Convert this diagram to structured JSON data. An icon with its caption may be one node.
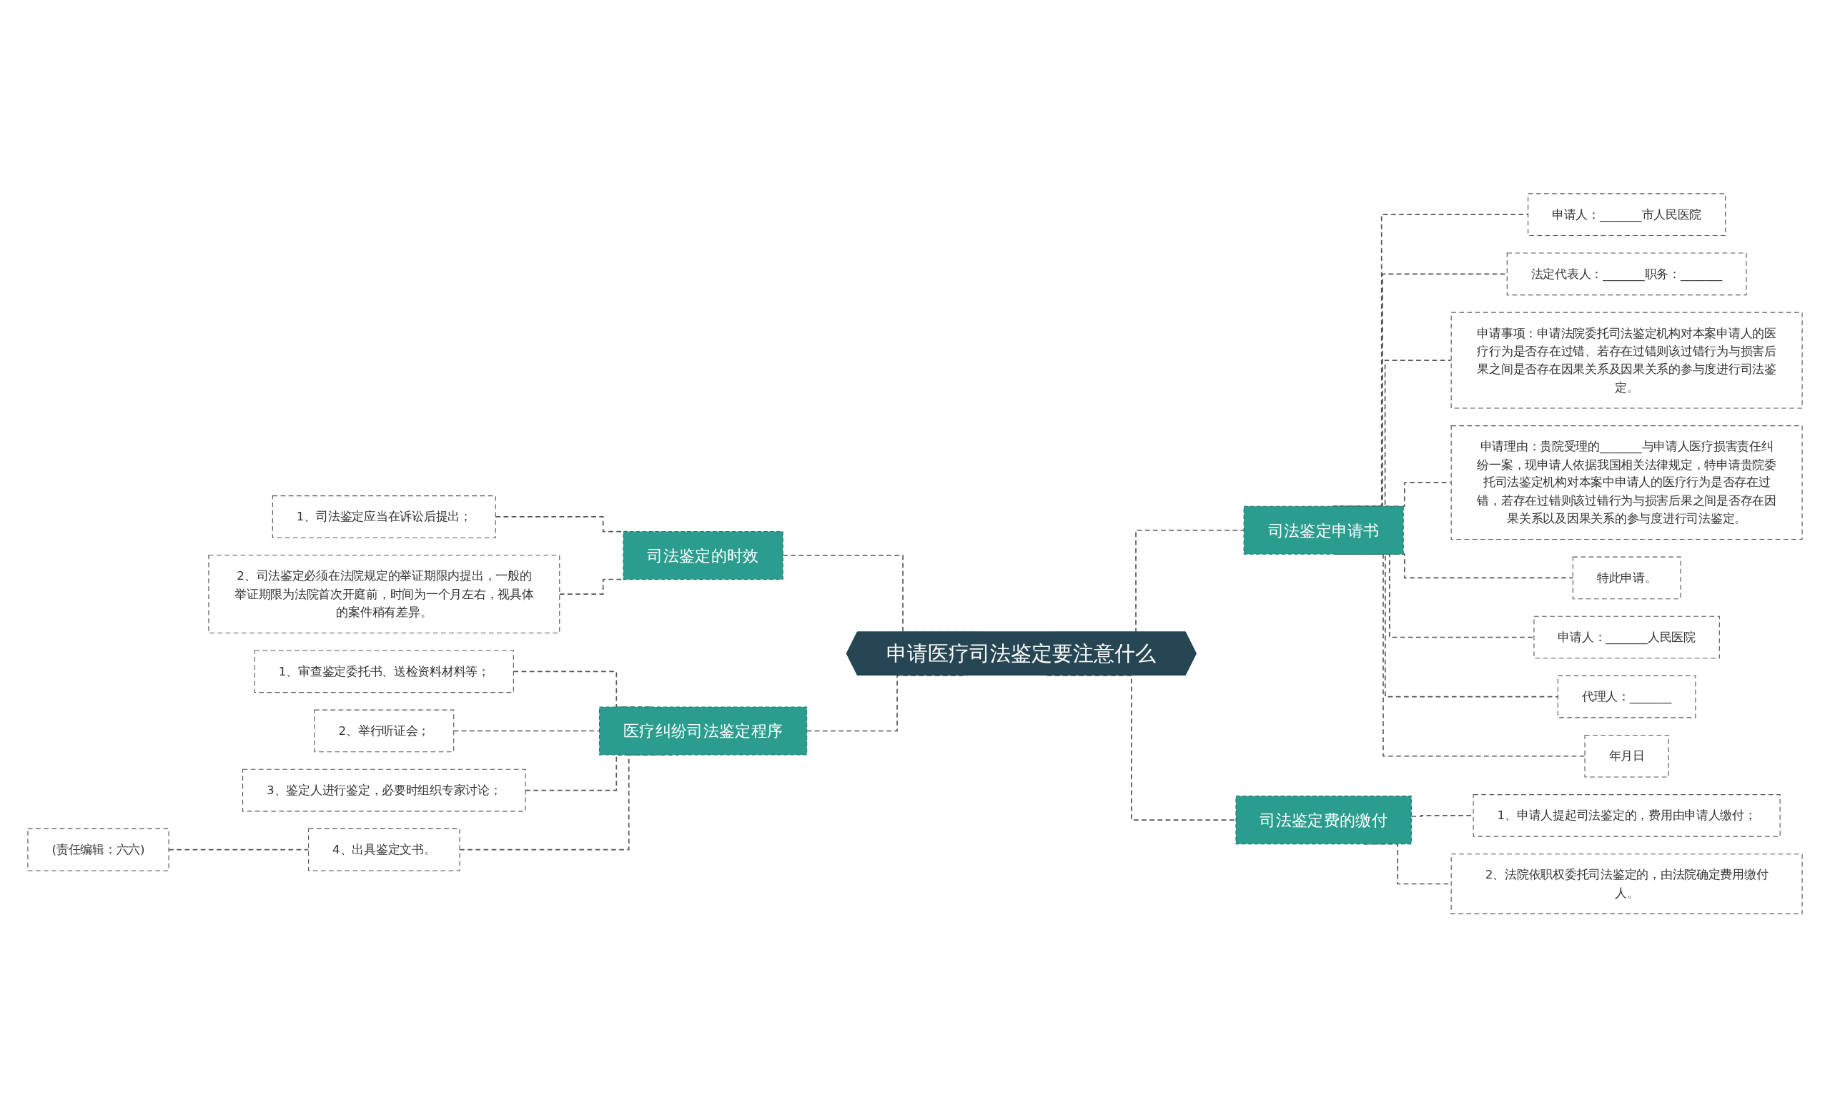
{
  "diagram": {
    "nodes": [
      {
        "text": [
          "申请医疗司法鉴定要注意什么"
        ]
      },
      {
        "text": [
          "司法鉴定的时效"
        ]
      },
      {
        "text": [
          "1、司法鉴定应当在诉讼后提出；"
        ]
      },
      {
        "text": [
          "2、司法鉴定必须在法院规定的举证期限内提出，一般的举证期限为法院首次开庭前，时间为一个月左右，视具体的案件稍有差异。"
        ]
      },
      {
        "text": [
          "医疗纠纷司法鉴定程序"
        ]
      },
      {
        "text": [
          "1、审查鉴定委托书、送检资料材料等；"
        ]
      },
      {
        "text": [
          "2、举行听证会；"
        ]
      },
      {
        "text": [
          "3、鉴定人进行鉴定，必要时组织专家讨论；"
        ]
      },
      {
        "text": [
          "4、出具鉴定文书。"
        ]
      },
      {
        "text": [
          "(责任编辑：六六)"
        ]
      },
      {
        "text": [
          "司法鉴定申请书"
        ]
      },
      {
        "text": [
          "申请人：_______市人民医院"
        ]
      },
      {
        "text": [
          "法定代表人：_______职务：_______"
        ]
      },
      {
        "text": [
          "申请事项：申请法院委托司法鉴定机构对本案申请人的医疗行为是否存在过错、若存在过错则该过错行为与损害后果之间是否存在因果关系及因果关系的参与度进行司法鉴定。"
        ]
      },
      {
        "text": [
          "申请理由：贵院受理的_______与申请人医疗损害责任纠纷一案，现申请人依据我国相关法律规定，特申请贵院委托司法鉴定机构对本案中申请人的医疗行为是否存在过错，若存在过错则该过错行为与损害后果之间是否存在因果关系以及因果关系的参与度进行司法鉴定。"
        ]
      },
      {
        "text": [
          "特此申请。"
        ]
      },
      {
        "text": [
          "申请人：_______人民医院"
        ]
      },
      {
        "text": [
          "代理人：_______"
        ]
      },
      {
        "text": [
          "年月日"
        ]
      },
      {
        "text": [
          "司法鉴定费的缴付"
        ]
      },
      {
        "text": [
          "1、申请人提起司法鉴定的，费用由申请人缴付；"
        ]
      },
      {
        "text": [
          "2、法院依职权委托司法鉴定的，由法院确定费用缴付人。"
        ]
      }
    ],
    "edges": [
      {
        "from": 2,
        "to": 1,
        "arrow": "none",
        "style": "dashed"
      },
      {
        "from": 3,
        "to": 1,
        "arrow": "none",
        "style": "dashed"
      },
      {
        "from": 1,
        "to": 0,
        "arrow": "none",
        "style": "dashed"
      },
      {
        "from": 5,
        "to": 4,
        "arrow": "none",
        "style": "dashed"
      },
      {
        "from": 6,
        "to": 4,
        "arrow": "none",
        "style": "dashed"
      },
      {
        "from": 7,
        "to": 4,
        "arrow": "none",
        "style": "dashed"
      },
      {
        "from": 9,
        "to": 8,
        "arrow": "none",
        "style": "dashed"
      },
      {
        "from": 8,
        "to": 4,
        "arrow": "none",
        "style": "dashed"
      },
      {
        "from": 4,
        "to": 0,
        "arrow": "none",
        "style": "dashed"
      },
      {
        "from": 0,
        "to": 10,
        "arrow": "none",
        "style": "dashed"
      },
      {
        "from": 10,
        "to": 11,
        "arrow": "none",
        "style": "dashed"
      },
      {
        "from": 10,
        "to": 12,
        "arrow": "none",
        "style": "dashed"
      },
      {
        "from": 10,
        "to": 13,
        "arrow": "none",
        "style": "dashed"
      },
      {
        "from": 10,
        "to": 14,
        "arrow": "none",
        "style": "dashed"
      },
      {
        "from": 10,
        "to": 15,
        "arrow": "none",
        "style": "dashed"
      },
      {
        "from": 10,
        "to": 16,
        "arrow": "none",
        "style": "dashed"
      },
      {
        "from": 10,
        "to": 17,
        "arrow": "none",
        "style": "dashed"
      },
      {
        "from": 10,
        "to": 18,
        "arrow": "none",
        "style": "dashed"
      },
      {
        "from": 0,
        "to": 19,
        "arrow": "none",
        "style": "dashed"
      },
      {
        "from": 19,
        "to": 20,
        "arrow": "none",
        "style": "dashed"
      },
      {
        "from": 19,
        "to": 21,
        "arrow": "none",
        "style": "dashed"
      }
    ]
  }
}
